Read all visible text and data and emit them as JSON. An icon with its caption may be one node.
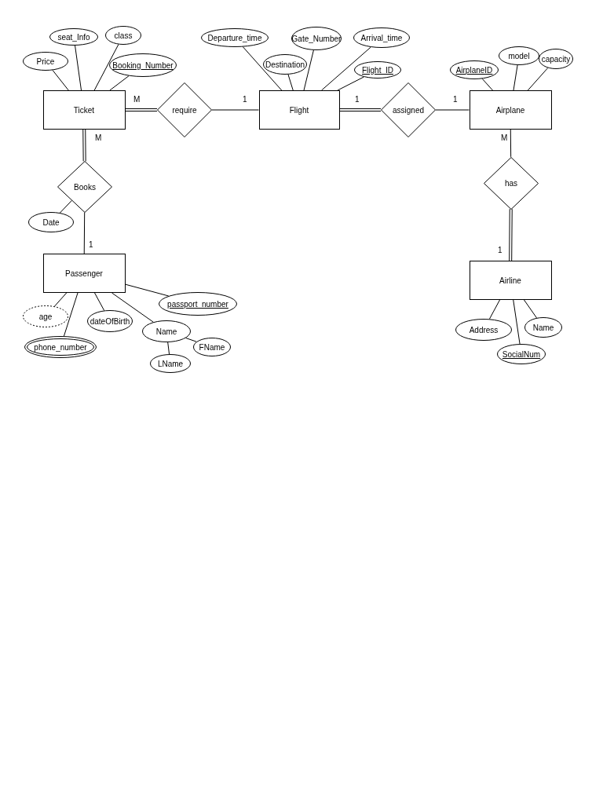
{
  "diagram": {
    "nodes": [
      {
        "text": [
          "seat_Info"
        ]
      },
      {
        "text": [
          "class"
        ]
      },
      {
        "text": [
          "Departure_time"
        ]
      },
      {
        "text": [
          "Gate_Number"
        ]
      },
      {
        "text": [
          "Arrival_time"
        ]
      },
      {
        "text": [
          "model"
        ]
      },
      {
        "text": [
          "capacity"
        ]
      },
      {
        "text": [
          "Price"
        ]
      },
      {
        "text": [
          "Booking_Number"
        ]
      },
      {
        "text": [
          "Destination"
        ]
      },
      {
        "text": [
          "Flight_ID"
        ]
      },
      {
        "text": [
          "AirplaneID"
        ]
      },
      {
        "text": [
          "Ticket"
        ]
      },
      {
        "text": [
          "require"
        ]
      },
      {
        "text": [
          "Flight"
        ]
      },
      {
        "text": [
          "assigned"
        ]
      },
      {
        "text": [
          "Airplane"
        ]
      },
      {
        "text": [
          "Books"
        ]
      },
      {
        "text": [
          "has"
        ]
      },
      {
        "text": [
          "Date"
        ]
      },
      {
        "text": [
          "Passenger"
        ]
      },
      {
        "text": [
          "Airline"
        ]
      },
      {
        "text": [
          "age"
        ]
      },
      {
        "text": [
          "passport_number"
        ]
      },
      {
        "text": [
          "dateOfBirth"
        ]
      },
      {
        "text": [
          "Name"
        ]
      },
      {
        "text": [
          "phone_number"
        ]
      },
      {
        "text": [
          "FName"
        ]
      },
      {
        "text": [
          "LName"
        ]
      },
      {
        "text": [
          "Address"
        ]
      },
      {
        "text": [
          "Name"
        ]
      },
      {
        "text": [
          "SocialNum"
        ]
      }
    ],
    "edges": [
      {
        "from": 12,
        "to": 7,
        "arrow": "none"
      },
      {
        "from": 12,
        "to": 0,
        "arrow": "none"
      },
      {
        "from": 12,
        "to": 1,
        "arrow": "none"
      },
      {
        "from": 12,
        "to": 8,
        "arrow": "none"
      },
      {
        "from": 12,
        "to": 13,
        "arrow": "none",
        "label": "M"
      },
      {
        "from": 13,
        "to": 14,
        "arrow": "none",
        "label": "1"
      },
      {
        "from": 14,
        "to": 2,
        "arrow": "none"
      },
      {
        "from": 14,
        "to": 9,
        "arrow": "none"
      },
      {
        "from": 14,
        "to": 3,
        "arrow": "none"
      },
      {
        "from": 14,
        "to": 4,
        "arrow": "none"
      },
      {
        "from": 14,
        "to": 10,
        "arrow": "none"
      },
      {
        "from": 14,
        "to": 15,
        "arrow": "none",
        "label": "1"
      },
      {
        "from": 15,
        "to": 16,
        "arrow": "none",
        "label": "1"
      },
      {
        "from": 16,
        "to": 11,
        "arrow": "none"
      },
      {
        "from": 16,
        "to": 5,
        "arrow": "none"
      },
      {
        "from": 16,
        "to": 6,
        "arrow": "none"
      },
      {
        "from": 12,
        "to": 17,
        "arrow": "none",
        "label": "M"
      },
      {
        "from": 17,
        "to": 19,
        "arrow": "none"
      },
      {
        "from": 17,
        "to": 20,
        "arrow": "none",
        "label": "1"
      },
      {
        "from": 16,
        "to": 18,
        "arrow": "none",
        "label": "M"
      },
      {
        "from": 18,
        "to": 21,
        "arrow": "none",
        "label": "1"
      },
      {
        "from": 20,
        "to": 22,
        "arrow": "none"
      },
      {
        "from": 20,
        "to": 26,
        "arrow": "none"
      },
      {
        "from": 20,
        "to": 24,
        "arrow": "none"
      },
      {
        "from": 20,
        "to": 25,
        "arrow": "none"
      },
      {
        "from": 20,
        "to": 23,
        "arrow": "none"
      },
      {
        "from": 25,
        "to": 27,
        "arrow": "none"
      },
      {
        "from": 25,
        "to": 28,
        "arrow": "none"
      },
      {
        "from": 21,
        "to": 29,
        "arrow": "none"
      },
      {
        "from": 21,
        "to": 31,
        "arrow": "none"
      },
      {
        "from": 21,
        "to": 30,
        "arrow": "none"
      }
    ]
  }
}
